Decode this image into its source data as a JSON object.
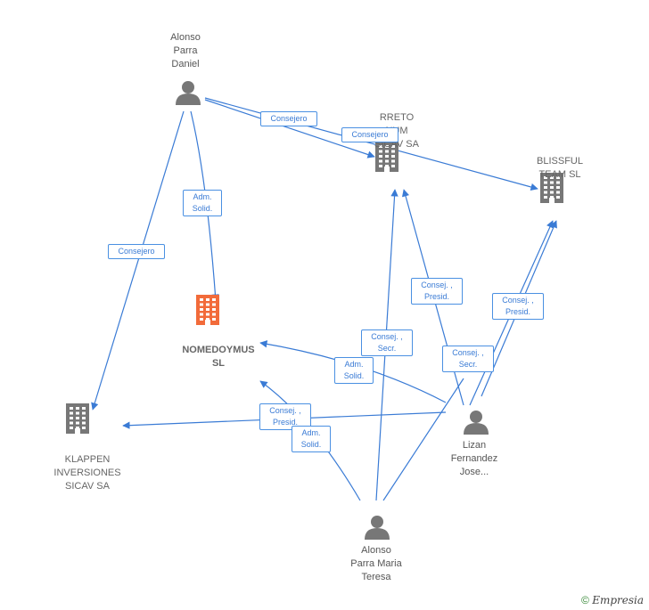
{
  "nodes": {
    "alonso_parra_daniel": {
      "label_lines": [
        "Alonso",
        "Parra",
        "Daniel"
      ],
      "type": "person"
    },
    "rreto_num": {
      "label_lines": [
        "RRETO",
        "NUM",
        "SICAV SA"
      ],
      "type": "company"
    },
    "blissful": {
      "label_lines": [
        "BLISSFUL",
        "TEAM  SL"
      ],
      "type": "company"
    },
    "nomedoymus": {
      "label_lines": [
        "NOMEDOYMUS",
        "SL"
      ],
      "type": "company-main"
    },
    "klappen": {
      "label_lines": [
        "KLAPPEN",
        "INVERSIONES",
        "SICAV SA"
      ],
      "type": "company"
    },
    "lizan": {
      "label_lines": [
        "Lizan",
        "Fernandez",
        "Jose..."
      ],
      "type": "person"
    },
    "alonso_parra_maria": {
      "label_lines": [
        "Alonso",
        "Parra Maria",
        "Teresa"
      ],
      "type": "person"
    }
  },
  "edge_labels": {
    "consejero_1": [
      "Consejero"
    ],
    "consejero_2": [
      "Consejero"
    ],
    "adm_solid_1": [
      "Adm.",
      "Solid."
    ],
    "consejero_3": [
      "Consejero"
    ],
    "consej_presid_1": [
      "Consej. ,",
      "Presid."
    ],
    "consej_secr_1": [
      "Consej. ,",
      "Secr."
    ],
    "adm_solid_2": [
      "Adm.",
      "Solid."
    ],
    "consej_presid_2": [
      "Consej. ,",
      "Presid."
    ],
    "consej_secr_2": [
      "Consej. ,",
      "Secr."
    ],
    "consej_presid_3": [
      "Consej. ,",
      "Presid."
    ],
    "adm_solid_3": [
      "Adm.",
      "Solid."
    ]
  },
  "colors": {
    "edge": "#3a7bd5",
    "company_icon": "#777777",
    "main_icon": "#f26b3a",
    "person_icon": "#777777"
  },
  "footer": {
    "copyright_symbol": "©",
    "brand": "Empresia"
  }
}
